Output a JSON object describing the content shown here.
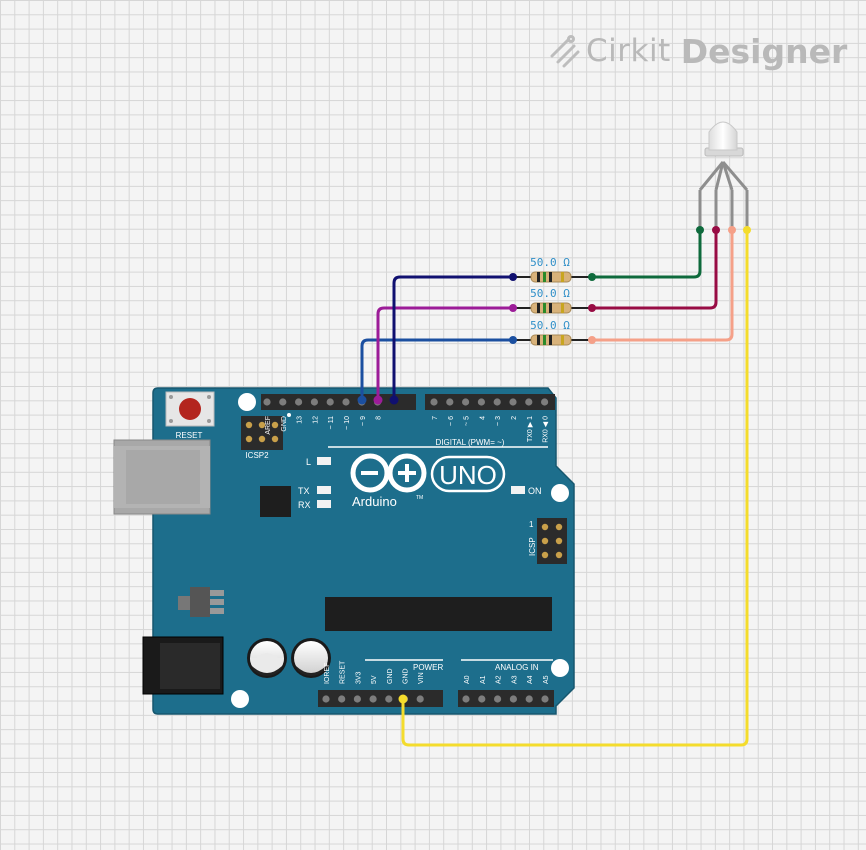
{
  "brand": {
    "name_a": "Cirkit",
    "name_b": "Designer",
    "logo_icon": "cirkit-logo-icon"
  },
  "board": {
    "reset_label": "RESET",
    "icsp2_label": "ICSP2",
    "icsp_label": "ICSP",
    "icsp_pin1": "1",
    "led_l": "L",
    "tx": "TX",
    "rx": "RX",
    "on": "ON",
    "logo_text": "Arduino",
    "tm": "TM",
    "uno": "UNO",
    "digital_label": "DIGITAL (PWM= ",
    "digital_sym": "~",
    "digital_end": ")",
    "power_label": "POWER",
    "analog_label": "ANALOG IN",
    "top_left_pins": [
      "AREF",
      "GND",
      "13",
      "12",
      "~ 11",
      "~ 10",
      "~ 9",
      "8"
    ],
    "top_right_pins": [
      "7",
      "~ 6",
      "~ 5",
      "4",
      "~ 3",
      "2",
      "TX0 ▶ 1",
      "RX0 ◀ 0"
    ],
    "power_pins": [
      "IOREF",
      "RESET",
      "3V3",
      "5V",
      "GND",
      "GND",
      "VIN"
    ],
    "analog_pins": [
      "A0",
      "A1",
      "A2",
      "A3",
      "A4",
      "A5"
    ]
  },
  "resistors": [
    {
      "label": "50.0 Ω"
    },
    {
      "label": "50.0 Ω"
    },
    {
      "label": "50.0 Ω"
    }
  ],
  "colors": {
    "board": "#1d6e8c",
    "wire_pin11": "#1b4fa0",
    "wire_pin10": "#9c1c98",
    "wire_pin9": "#101070",
    "wire_red": "#980c44",
    "wire_green": "#0e6a3c",
    "wire_blue_led": "#f5a088",
    "wire_gnd": "#f4dc2c"
  }
}
